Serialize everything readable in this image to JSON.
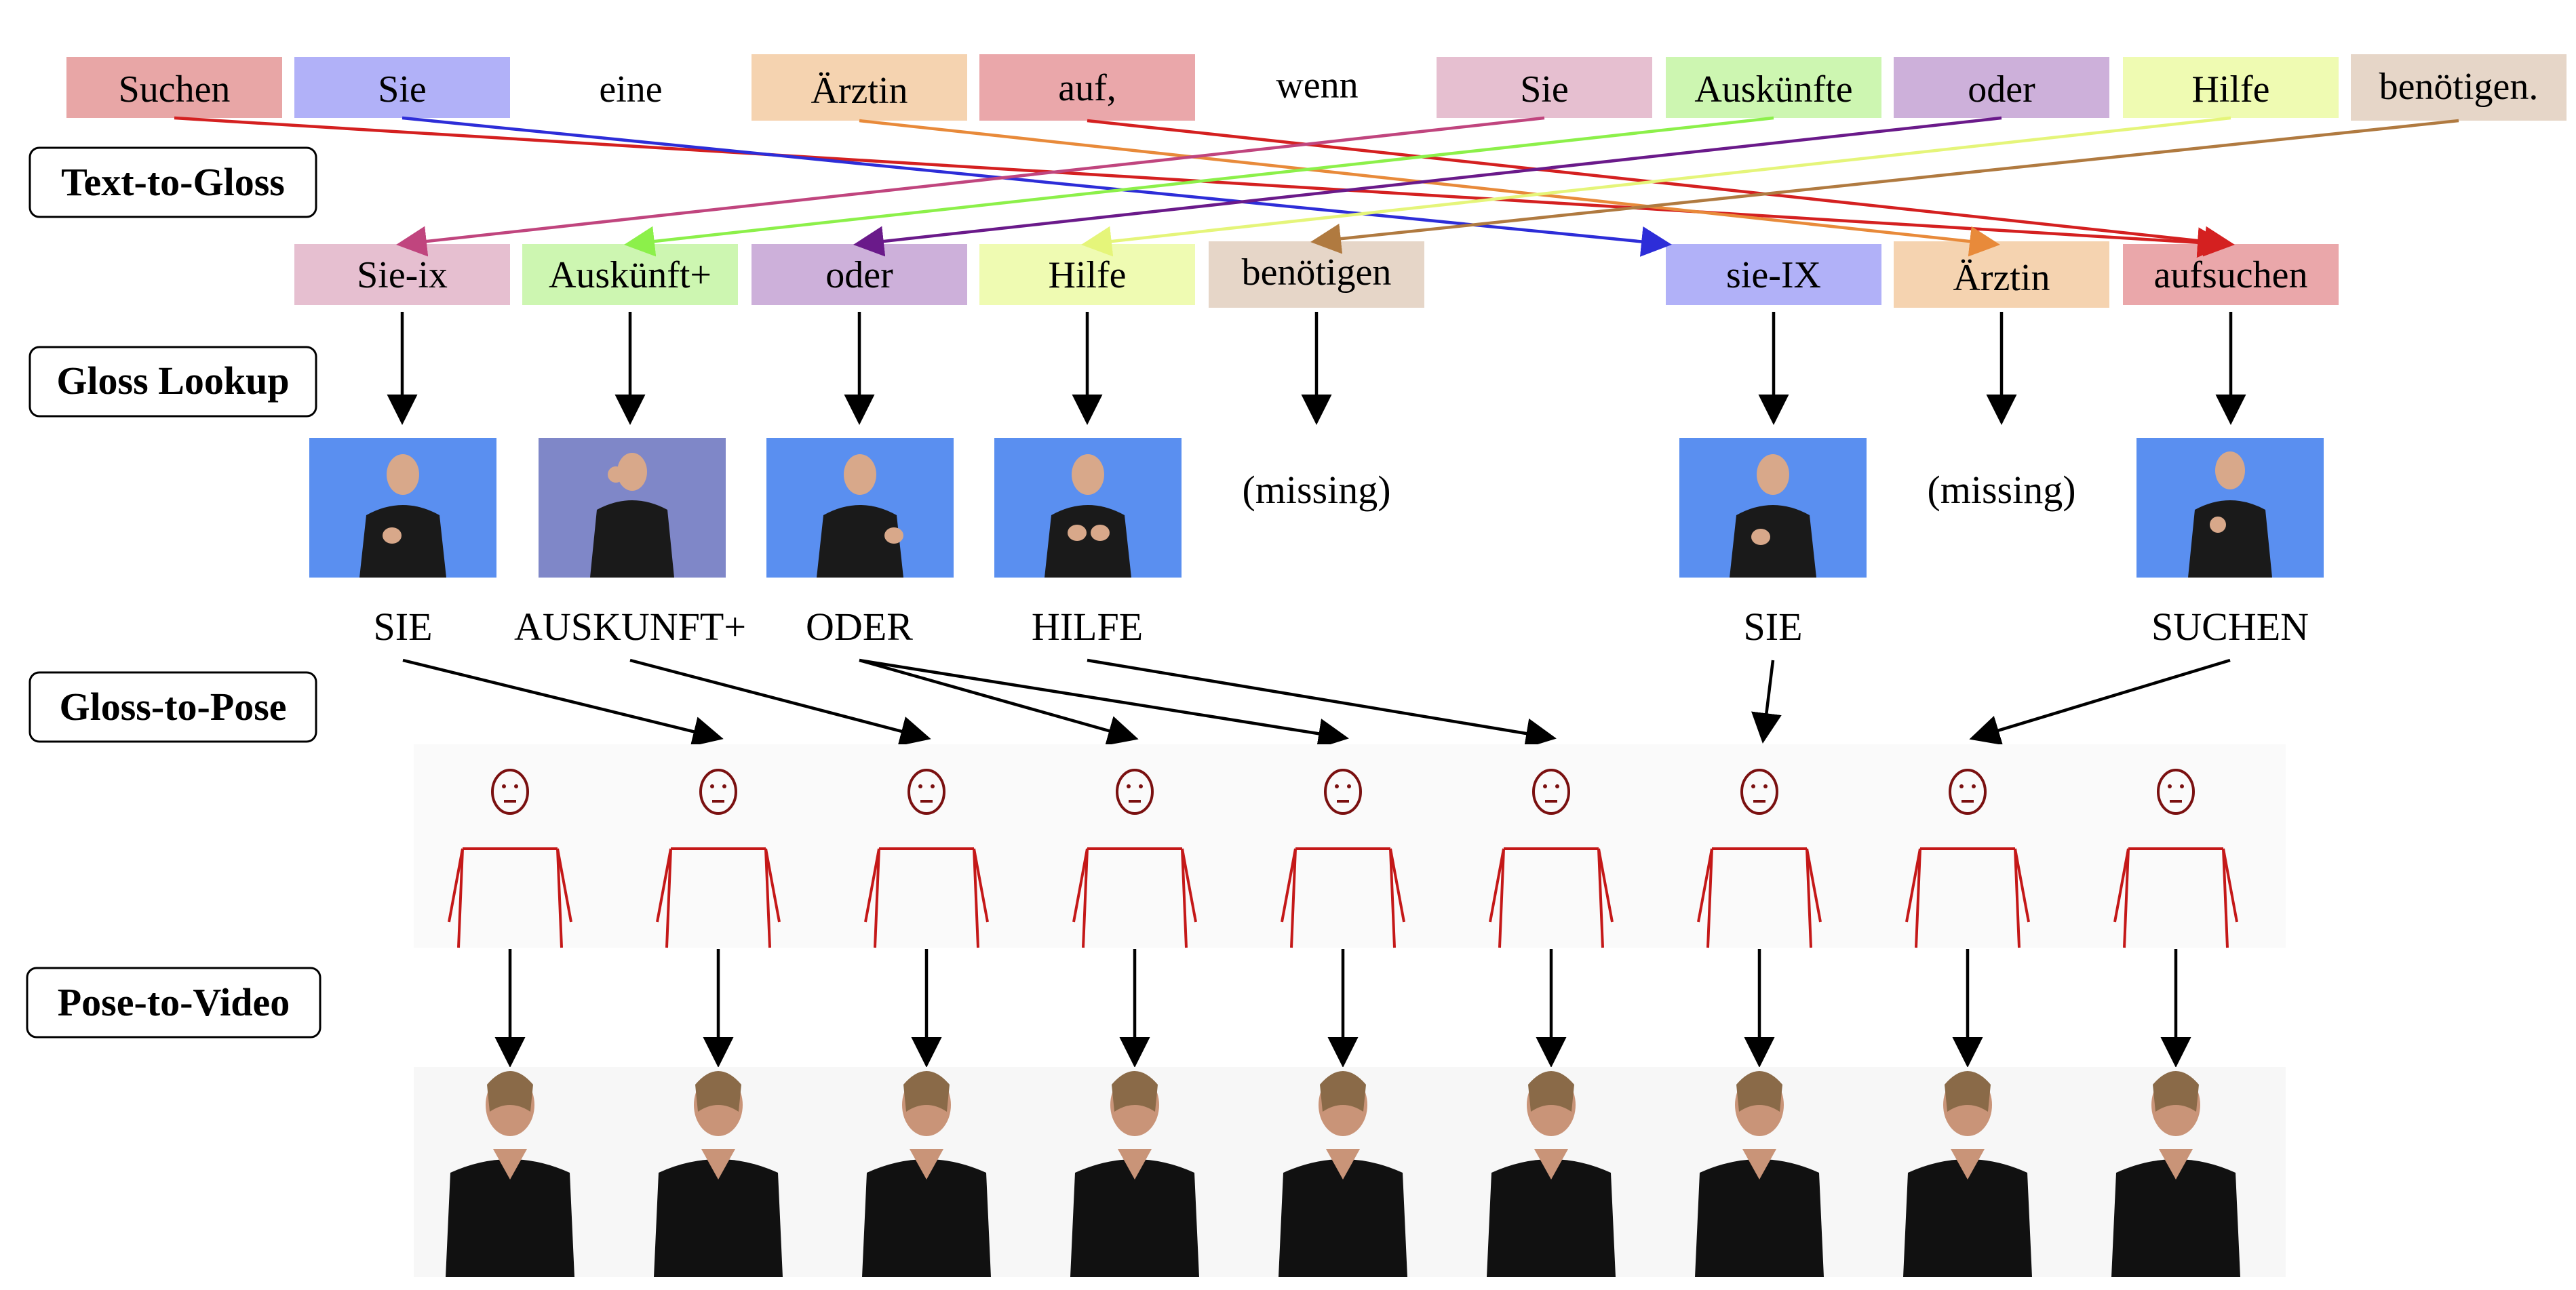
{
  "stages": {
    "text_to_gloss": "Text-to-Gloss",
    "gloss_lookup": "Gloss Lookup",
    "gloss_to_pose": "Gloss-to-Pose",
    "pose_to_video": "Pose-to-Video"
  },
  "sentence": [
    {
      "text": "Suchen",
      "color": "#e8a6a6"
    },
    {
      "text": "Sie",
      "color": "#b1b1f8"
    },
    {
      "text": "eine",
      "color": ""
    },
    {
      "text": "Ärztin",
      "color": "#f5d3b0"
    },
    {
      "text": "auf,",
      "color": "#eaa7aa"
    },
    {
      "text": "wenn",
      "color": ""
    },
    {
      "text": "Sie",
      "color": "#e6bfd0"
    },
    {
      "text": "Auskünfte",
      "color": "#cdf6b1"
    },
    {
      "text": "oder",
      "color": "#cdb0da"
    },
    {
      "text": "Hilfe",
      "color": "#effbb2"
    },
    {
      "text": "benötigen.",
      "color": "#e6d6c8"
    }
  ],
  "glosses": [
    {
      "text": "Sie-ix",
      "color": "#e6bfd0"
    },
    {
      "text": "Auskünft+",
      "color": "#cdf6b1"
    },
    {
      "text": "oder",
      "color": "#cdb0da"
    },
    {
      "text": "Hilfe",
      "color": "#effbb2"
    },
    {
      "text": "benötigen",
      "color": "#e6d6c8"
    },
    {
      "text": "sie-IX",
      "color": "#b1b1f8"
    },
    {
      "text": "Ärztin",
      "color": "#f5d3b0"
    },
    {
      "text": "aufsuchen",
      "color": "#eaa7aa"
    }
  ],
  "lookup": [
    {
      "image": "signer-sie",
      "label": "SIE"
    },
    {
      "image": "signer-auskunft",
      "label": "AUSKUNFT+"
    },
    {
      "image": "signer-oder",
      "label": "ODER"
    },
    {
      "image": "signer-hilfe",
      "label": "HILFE"
    },
    {
      "missing": "(missing)"
    },
    {
      "image": "signer-sie-ix",
      "label": "SIE"
    },
    {
      "missing": "(missing)"
    },
    {
      "image": "signer-suchen",
      "label": "SUCHEN"
    }
  ],
  "alignment_colors": {
    "sie_ix": "#c0457e",
    "auskunft": "#8cf04a",
    "oder": "#6a1a8a",
    "hilfe": "#e5f57a",
    "benoetigen": "#b07a40",
    "sie_IX": "#2d2dd8",
    "aerztin": "#e88a3a",
    "aufsuchen": "#d42020"
  },
  "pose_frames": 9,
  "video_frames": 9
}
